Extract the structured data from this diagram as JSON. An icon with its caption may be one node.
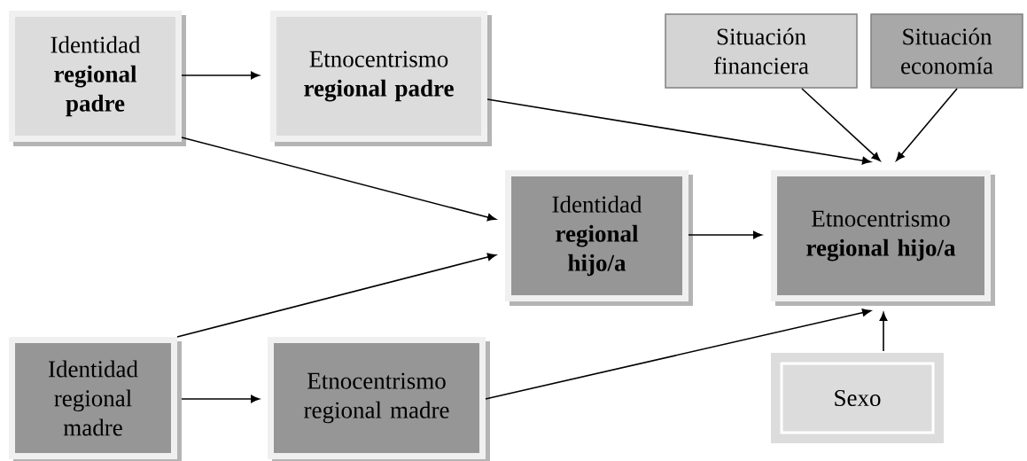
{
  "diagram": {
    "nodes": [
      {
        "text": [
          "Identidad **regional padre**"
        ]
      },
      {
        "text": [
          "Etnocentrismo **regional padre**"
        ]
      },
      {
        "text": [
          "Situación financiera"
        ]
      },
      {
        "text": [
          "Situación economía"
        ]
      },
      {
        "text": [
          "Identidad **regional hijo/a**"
        ]
      },
      {
        "text": [
          "Etnocentrismo **regional hijo/a**"
        ]
      },
      {
        "text": [
          "Identidad regional madre"
        ]
      },
      {
        "text": [
          "Etnocentrismo regional madre"
        ]
      },
      {
        "text": [
          "Sexo"
        ]
      }
    ],
    "edges": [
      {
        "from": 0,
        "to": 1,
        "arrow": "to"
      },
      {
        "from": 1,
        "to": 5,
        "arrow": "to"
      },
      {
        "from": 0,
        "to": 4,
        "arrow": "to"
      },
      {
        "from": 2,
        "to": 5,
        "arrow": "to"
      },
      {
        "from": 3,
        "to": 5,
        "arrow": "to"
      },
      {
        "from": 4,
        "to": 5,
        "arrow": "to"
      },
      {
        "from": 6,
        "to": 4,
        "arrow": "to"
      },
      {
        "from": 6,
        "to": 7,
        "arrow": "to"
      },
      {
        "from": 7,
        "to": 5,
        "arrow": "to"
      },
      {
        "from": 8,
        "to": 5,
        "arrow": "to"
      }
    ]
  }
}
